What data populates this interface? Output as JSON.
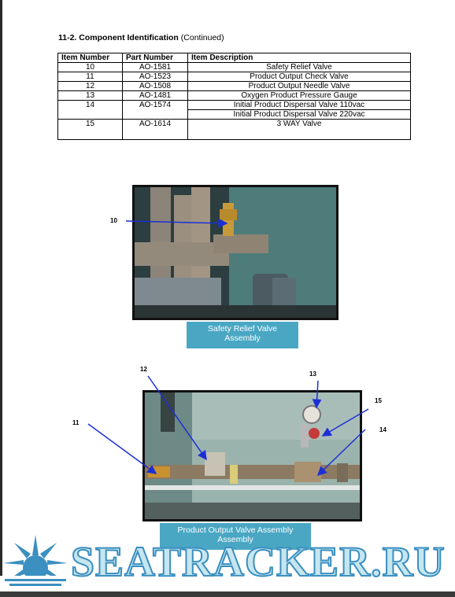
{
  "heading": {
    "bold": "11-2. Component Identification",
    "rest": " (Continued)"
  },
  "table": {
    "headers": [
      "Item Number",
      "Part Number",
      "Item Description"
    ],
    "rows": [
      {
        "item": "10",
        "part": "AO-1581",
        "desc": "Safety Relief Valve"
      },
      {
        "item": "11",
        "part": "AO-1523",
        "desc": "Product Output Check Valve"
      },
      {
        "item": "12",
        "part": "AO-1508",
        "desc": "Product Output Needle Valve"
      },
      {
        "item": "13",
        "part": "AO-1481",
        "desc": "Oxygen Product Pressure Gauge"
      },
      {
        "item": "14",
        "part": "AO-1574",
        "desc": "Initial Product Dispersal Valve 110vac",
        "desc2": "Initial Product Dispersal Valve 220vac"
      },
      {
        "item": "15",
        "part": "AO-1614",
        "desc": "3 WAY Valve"
      }
    ]
  },
  "figure1": {
    "caption_line1": "Safety Relief Valve",
    "caption_line2": "Assembly",
    "callout": "10"
  },
  "figure2": {
    "caption_line1": "Product Output Valve Assembly",
    "caption_line2": "Assembly",
    "callouts": {
      "c11": "11",
      "c12": "12",
      "c13": "13",
      "c14": "14",
      "c15": "15"
    }
  },
  "watermark": {
    "text": "SEATRACKER.RU"
  },
  "colors": {
    "caption_bg": "#4aa7c4",
    "arrow": "#1c2fd6",
    "watermark_stroke": "#3b8fc1"
  }
}
